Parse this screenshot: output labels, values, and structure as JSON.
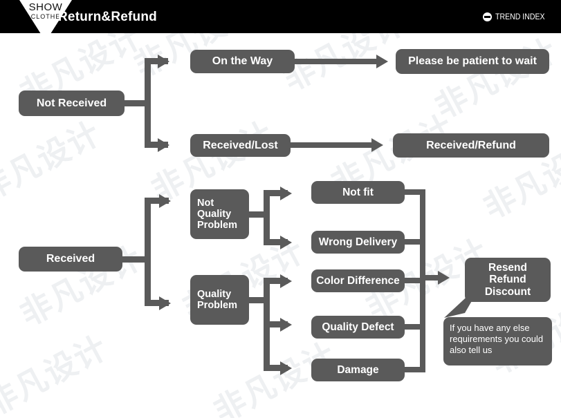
{
  "header": {
    "logo_line1": "SHOW",
    "logo_line2": "CLOTHE",
    "title": "Return&Refund",
    "brand": "TREND INDEX",
    "background": "#000000",
    "text_color": "#ffffff"
  },
  "theme": {
    "node_fill": "#5a5a5a",
    "node_text": "#ffffff",
    "connector": "#5a5a5a",
    "page_background": "#ffffff",
    "watermark_text": "非凡设计"
  },
  "flow_top": {
    "root": "Not Received",
    "branches": [
      {
        "stage": "On the Way",
        "outcome": "Please be patient to wait"
      },
      {
        "stage": "Received/Lost",
        "outcome": "Received/Refund"
      }
    ]
  },
  "flow_bottom": {
    "root": "Received",
    "categories": [
      {
        "label": "Not Quality Problem",
        "reasons": [
          "Not fit",
          "Wrong Delivery"
        ]
      },
      {
        "label": "Quality Problem",
        "reasons": [
          "Color Difference",
          "Quality Defect",
          "Damage"
        ]
      }
    ],
    "resolution": "Resend\nRefund\nDiscount",
    "resolution_lines": [
      "Resend",
      "Refund",
      "Discount"
    ],
    "note": "If you have any else requirements you could also tell us",
    "note_lines": [
      "If you have any else",
      "requirements you",
      "could also tell us"
    ]
  }
}
